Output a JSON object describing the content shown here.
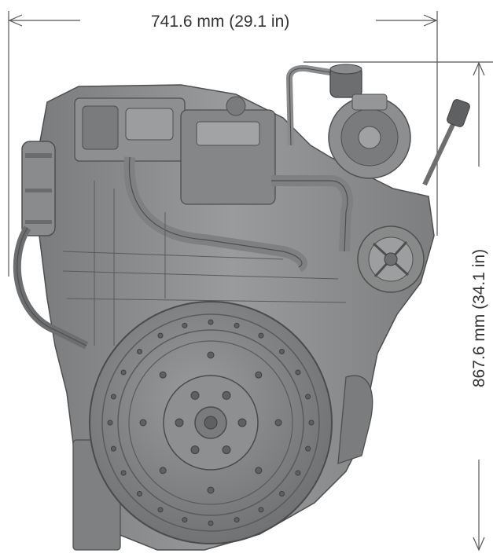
{
  "dimensions": {
    "width_label": "741.6 mm (29.1 in)",
    "height_label": "867.6 mm (34.1 in)"
  },
  "colors": {
    "engine_body": "#8c8d8e",
    "engine_dark": "#5f6061",
    "engine_light": "#b4b5b6",
    "dimension_line": "#555555",
    "label_text": "#333333"
  },
  "figure": {
    "subject": "engine-front-view"
  }
}
